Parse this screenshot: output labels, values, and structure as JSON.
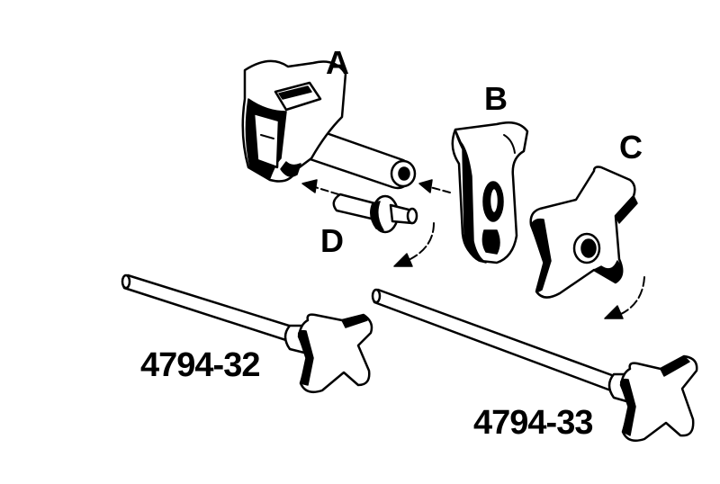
{
  "labels": {
    "part_a": "A",
    "part_b": "B",
    "part_c": "C",
    "part_d": "D",
    "tool_1": "4794-32",
    "tool_2": "4794-33"
  },
  "colors": {
    "ink": "#000000",
    "paper": "#ffffff"
  }
}
